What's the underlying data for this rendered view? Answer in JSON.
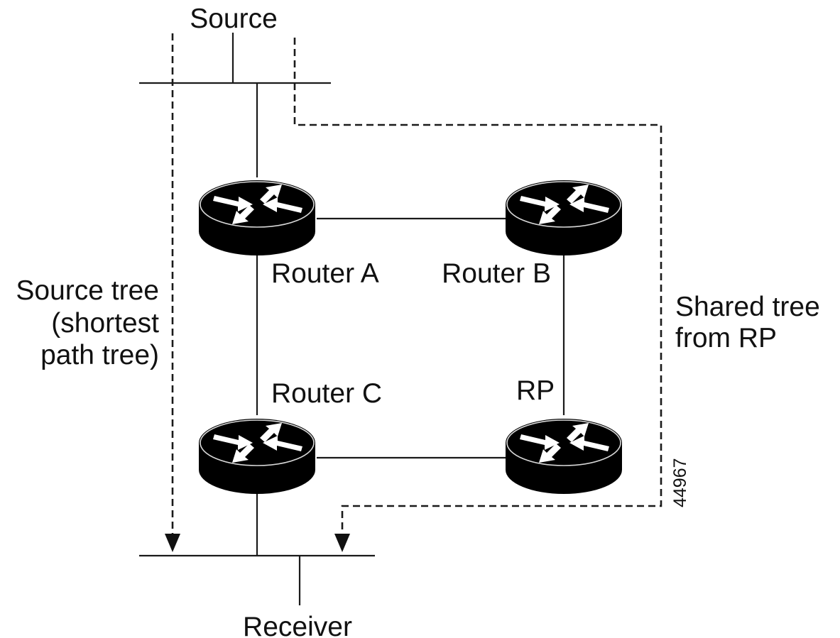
{
  "labels": {
    "source": "Source",
    "receiver": "Receiver",
    "router_a": "Router A",
    "router_b": "Router B",
    "router_c": "Router C",
    "rp": "RP",
    "source_tree_line1": "Source tree",
    "source_tree_line2": "(shortest",
    "source_tree_line3": "path tree)",
    "shared_tree_line1": "Shared tree",
    "shared_tree_line2": "from RP",
    "figure_id": "44967"
  },
  "icons": {
    "router_icon": "router-icon",
    "arrowhead": "arrowhead-down"
  }
}
